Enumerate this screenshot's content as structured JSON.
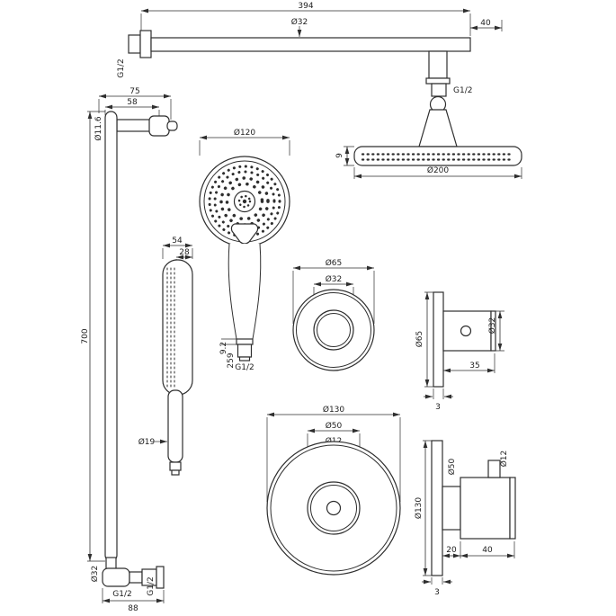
{
  "colors": {
    "background": "#ffffff",
    "line_color": "#2e2e2e"
  },
  "shower_arm": {
    "length": "394",
    "diameter": "Ø32",
    "end_length": "40",
    "wall_thread": "G1/2",
    "outlet_thread": "G1/2"
  },
  "head": {
    "edge_thickness": "9",
    "diameter": "Ø200"
  },
  "slide_bar": {
    "bracket_reach": "75",
    "bracket_inner": "58",
    "pin_diameter": "Ø11.6",
    "length": "700",
    "foot_diameter": "Ø32",
    "foot_thread": "G1/2",
    "foot_length": "88",
    "outlet_thread": "G1/2"
  },
  "hand_shower": {
    "face_diameter": "Ø120",
    "neck_length": "9.2",
    "total_length": "259",
    "thread": "G1/2",
    "side_width": "54",
    "head_depth": "28",
    "grip_diameter": "Ø19"
  },
  "small_valve": {
    "front_outer": "Ø65",
    "front_inner": "Ø32",
    "side_rosette": "Ø65",
    "handle_diameter": "Ø32",
    "handle_length": "35",
    "rosette_thickness": "3"
  },
  "large_valve": {
    "front_outer": "Ø130",
    "front_inner": "Ø50",
    "front_stem": "Ø12",
    "side_rosette": "Ø130",
    "handle_diameter": "Ø50",
    "stem_diameter": "Ø12",
    "hub_length": "20",
    "handle_length": "40",
    "rosette_thickness": "3"
  }
}
